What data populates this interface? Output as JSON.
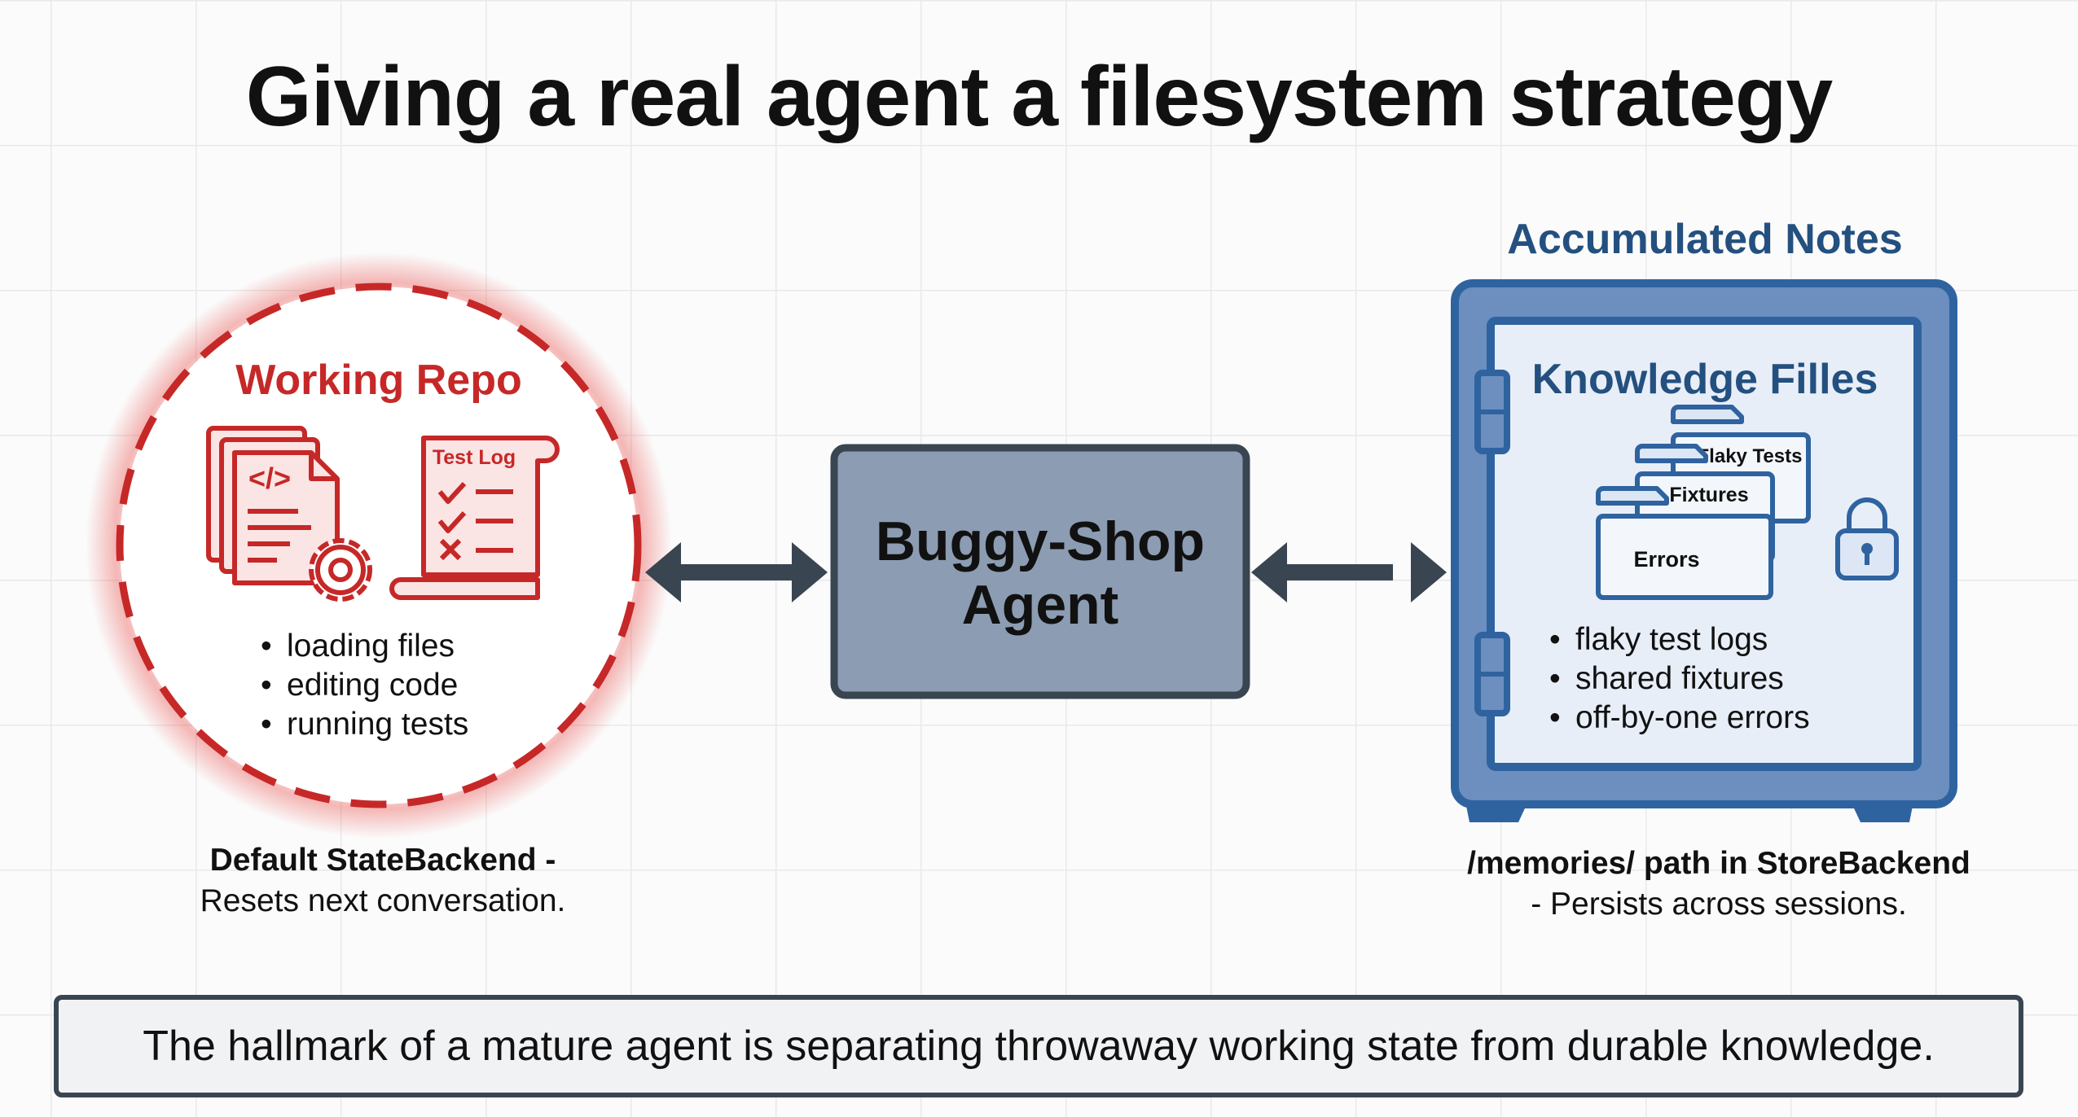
{
  "title": "Giving a real agent a filesystem strategy",
  "working_repo": {
    "heading": "Working Repo",
    "test_log_label": "Test Log",
    "code_glyph": "</>",
    "bullets": [
      "loading files",
      "editing code",
      "running tests"
    ],
    "caption_bold": "Default StateBackend -",
    "caption": "Resets next conversation."
  },
  "agent": {
    "line1": "Buggy-Shop",
    "line2": "Agent"
  },
  "notes": {
    "heading": "Accumulated Notes",
    "inner_title": "Knowledge Filles",
    "folders": [
      "Flaky Tests",
      "Fixtures",
      "Errors"
    ],
    "bullets": [
      "flaky test logs",
      "shared fixtures",
      "off-by-one errors"
    ],
    "caption_bold": "/memories/ path in StoreBackend",
    "caption": "- Persists across sessions."
  },
  "footer": "The hallmark of a mature agent is separating throwaway working state from durable knowledge.",
  "colors": {
    "red": "#c62828",
    "blue": "#2f63a0",
    "dark_blue": "#23507f",
    "agent_fill": "#8c9cb2",
    "agent_border": "#3a4552",
    "arrow": "#3a4552"
  },
  "icons": [
    "code-files-icon",
    "gear-icon",
    "test-log-scroll-icon",
    "checkmark-icon",
    "x-mark-icon",
    "folder-icon",
    "padlock-icon",
    "double-arrow-icon",
    "safe-icon"
  ]
}
